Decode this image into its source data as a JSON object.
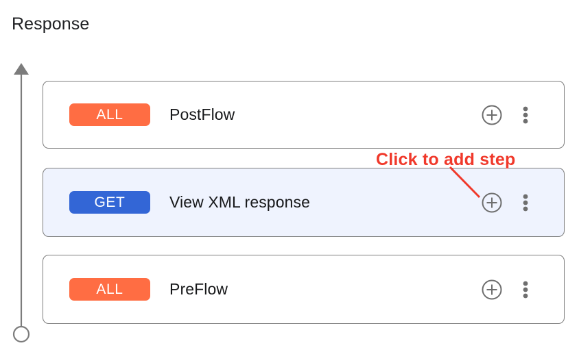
{
  "page": {
    "title": "Response",
    "background_color": "#ffffff"
  },
  "flow_axis": {
    "name": "flow-direction-axis",
    "direction": "upward",
    "line_color": "#7c7c7c",
    "arrowhead_icon": "arrow-up-icon",
    "endpoint_icon": "circle-outline-icon"
  },
  "colors": {
    "method_all": "#ff6d43",
    "method_get": "#3366d6",
    "selected_row_background": "#eff3fe",
    "card_border": "#7c7c7c",
    "annotation_red": "#f0392b",
    "icon_gray": "#6e6e6e",
    "text_primary": "#17181a"
  },
  "steps": [
    {
      "method": "ALL",
      "method_style": "all",
      "label": "PostFlow",
      "selected": false,
      "add_icon": "plus-circle-icon",
      "more_icon": "more-vertical-icon"
    },
    {
      "method": "GET",
      "method_style": "get",
      "label": "View XML response",
      "selected": true,
      "add_icon": "plus-circle-icon",
      "more_icon": "more-vertical-icon"
    },
    {
      "method": "ALL",
      "method_style": "all",
      "label": "PreFlow",
      "selected": false,
      "add_icon": "plus-circle-icon",
      "more_icon": "more-vertical-icon"
    }
  ],
  "annotation": {
    "text": "Click to add step",
    "color": "#f0392b",
    "points_to": "add-step-button-row-2"
  }
}
